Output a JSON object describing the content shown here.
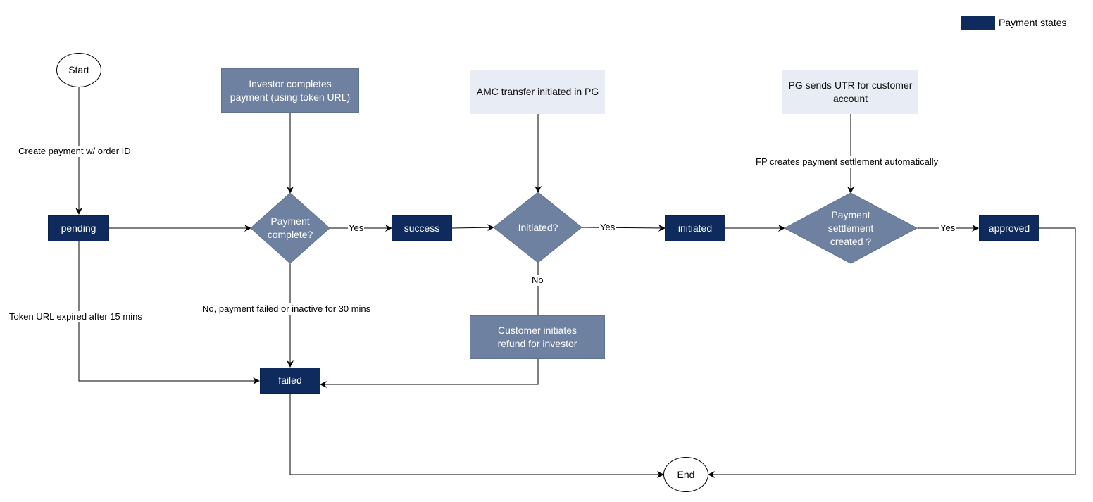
{
  "legend": {
    "label": "Payment states",
    "color": "#0f2a5c"
  },
  "nodes": {
    "start": "Start",
    "end": "End",
    "pending": "pending",
    "success": "success",
    "initiated_state": "initiated",
    "approved": "approved",
    "failed": "failed",
    "investor_pays_line1": "Investor completes",
    "investor_pays_line2": "payment (using token URL)",
    "amc_transfer": "AMC transfer initiated in PG",
    "pg_utr_line1": "PG sends UTR for customer",
    "pg_utr_line2": "account",
    "refund_line1": "Customer initiates",
    "refund_line2": "refund for investor",
    "payment_complete_line1": "Payment",
    "payment_complete_line2": "complete?",
    "initiated_decision": "Initiated?",
    "settlement_line1": "Payment",
    "settlement_line2": "settlement",
    "settlement_line3": "created ?"
  },
  "edges": {
    "create_payment": "Create payment w/ order ID",
    "token_expired": "Token URL expired after 15 mins",
    "payment_failed": "No, payment failed or inactive for 30 mins",
    "yes_1": "Yes",
    "yes_2": "Yes",
    "yes_3": "Yes",
    "no_1": "No",
    "fp_creates": "FP creates payment settlement automatically"
  },
  "colors": {
    "state": "#0f2a5c",
    "process": "#6f81a0",
    "process_light": "#e8ecf4",
    "line": "#000000"
  }
}
